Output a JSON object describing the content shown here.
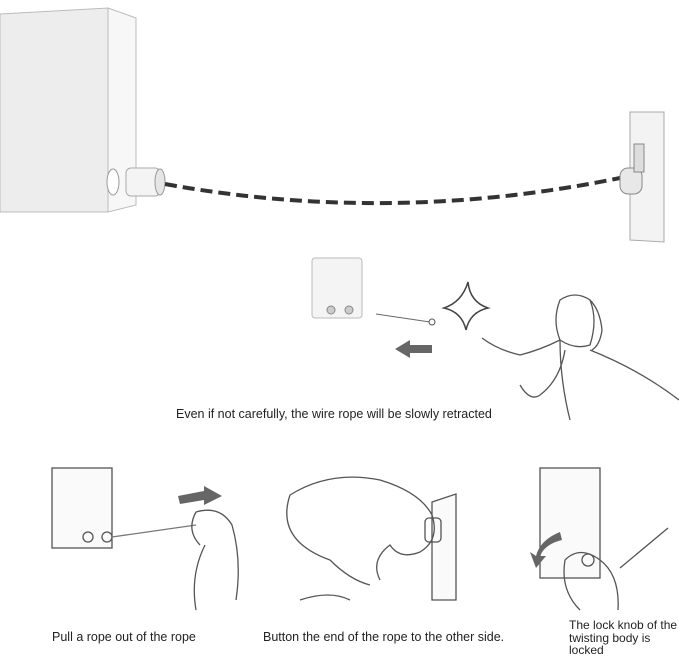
{
  "captions": {
    "retract": "Even if not carefully, the wire rope will be slowly retracted",
    "pull": "Pull a rope out of the rope",
    "button": "Button the end of the rope to the other side.",
    "lock": "The lock knob of the twisting body is locked"
  },
  "colors": {
    "arrow": "#666666",
    "rope": "#333333",
    "box": "#f2f2f2"
  }
}
